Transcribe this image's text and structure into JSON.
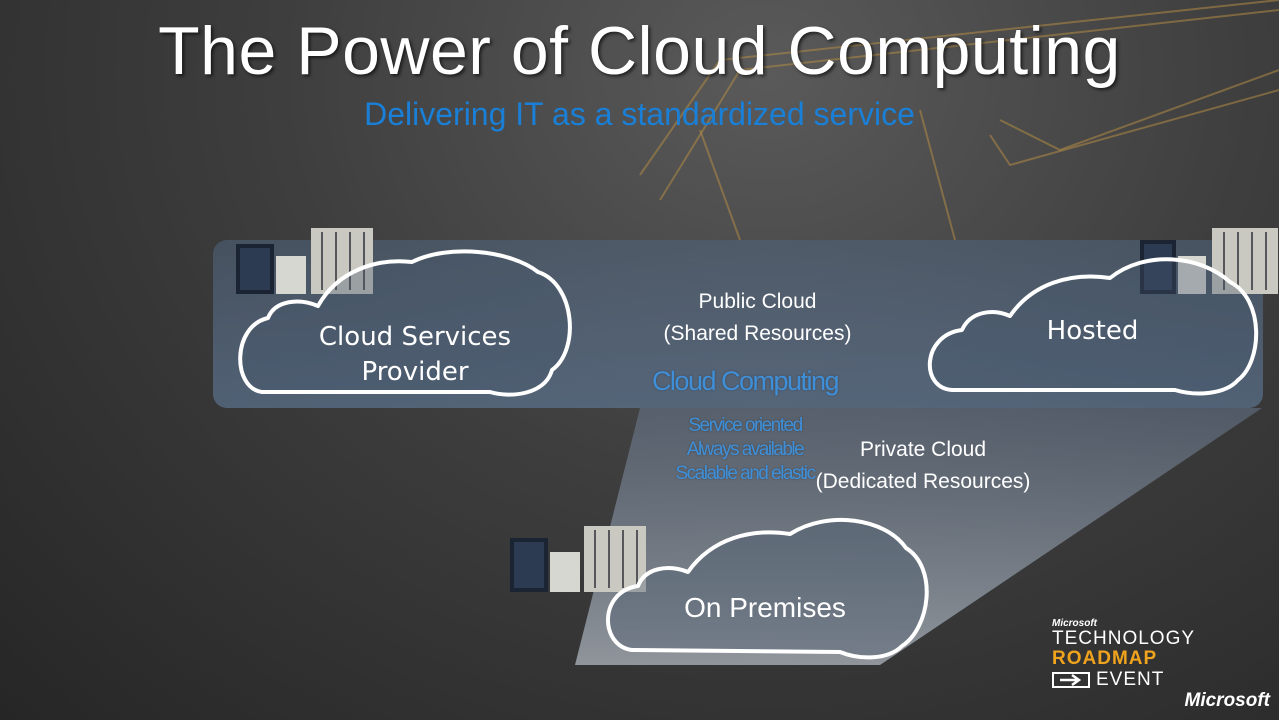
{
  "slide": {
    "title": "The Power of Cloud Computing",
    "subtitle": "Delivering IT as a standardized service"
  },
  "clouds": {
    "provider_line1": "Cloud Services",
    "provider_line2": "Provider",
    "hosted": "Hosted",
    "on_premises": "On Premises"
  },
  "public_cloud": {
    "line1": "Public Cloud",
    "line2": "(Shared Resources)"
  },
  "private_cloud": {
    "line1": "Private Cloud",
    "line2": "(Dedicated Resources)"
  },
  "center": {
    "heading": "Cloud Computing",
    "items": [
      "Service oriented",
      "Always available",
      "Scalable and elastic"
    ]
  },
  "logo": {
    "brand_small": "Microsoft",
    "line1": "TECHNOLOGY",
    "line2": "ROADMAP",
    "line3": "EVENT",
    "footer_brand": "Microsoft"
  },
  "colors": {
    "subtitle": "#1a7fd6",
    "accent_gold": "#c9a04a",
    "roadmap_orange": "#f0a31c"
  }
}
